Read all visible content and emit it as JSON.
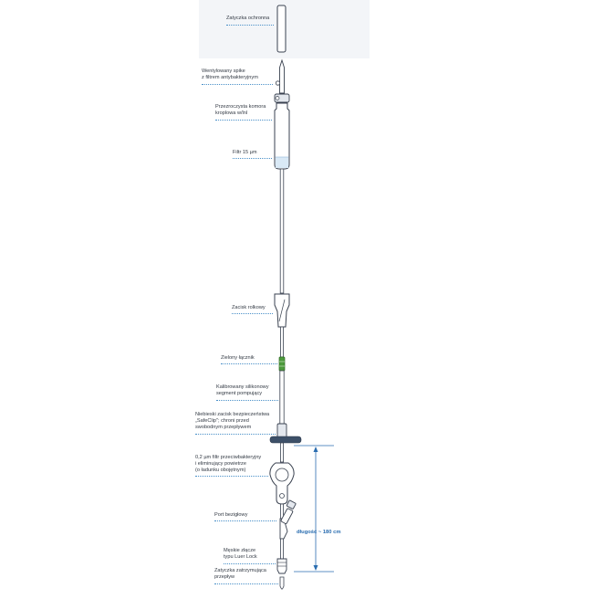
{
  "labels": {
    "protective_cap": "Zatyczka ochronna",
    "vented_spike": "Wentylowany spike\nz filtrem antybakteryjnym",
    "drip_chamber": "Przezroczysta komora\nkroplowa w/lnl",
    "filter": "Filtr 15 µm",
    "roller_clamp": "Zacisk rolkowy",
    "green_connector": "Zielony łącznik",
    "silicone_segment": "Kalibrowany silikonowy\nsegment pompujący",
    "safeclip": "Niebieski zacisk bezpieczeństwa\n„SafeClip\"; chroni przed\nswobodnym przepływem",
    "air_filter": "0,2 µm filtr przeciwbakteryjny\ni eliminujący powietrze\n(o ładunku obojętnym)",
    "needleless_port": "Port bezigłowy",
    "luer_lock": "Męskie złącze\ntypu Luer Lock",
    "stop_cap": "Zatyczka zatrzymująca\nprzepływ"
  },
  "length_label": "długość ~ 180 cm",
  "colors": {
    "accent": "#2a6db0",
    "leader_dots": "#4a90c8",
    "green": "#4c9a3c",
    "clip": "#3d5068",
    "outline": "#3a4250",
    "panel": "#f3f5f8"
  }
}
